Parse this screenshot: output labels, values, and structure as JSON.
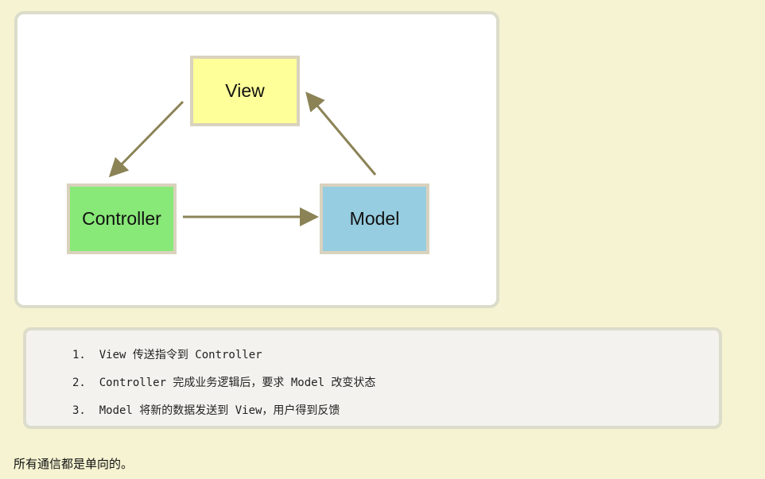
{
  "diagram": {
    "nodes": {
      "view": "View",
      "controller": "Controller",
      "model": "Model"
    },
    "colors": {
      "view": "#ffff99",
      "controller": "#88e878",
      "model": "#96cde0",
      "arrow": "#8b8356",
      "card_border": "#dcdccb"
    }
  },
  "steps": [
    "1.  View 传送指令到 Controller",
    "2.  Controller 完成业务逻辑后，要求 Model 改变状态",
    "3.  Model 将新的数据发送到 View，用户得到反馈"
  ],
  "footer": "所有通信都是单向的。"
}
